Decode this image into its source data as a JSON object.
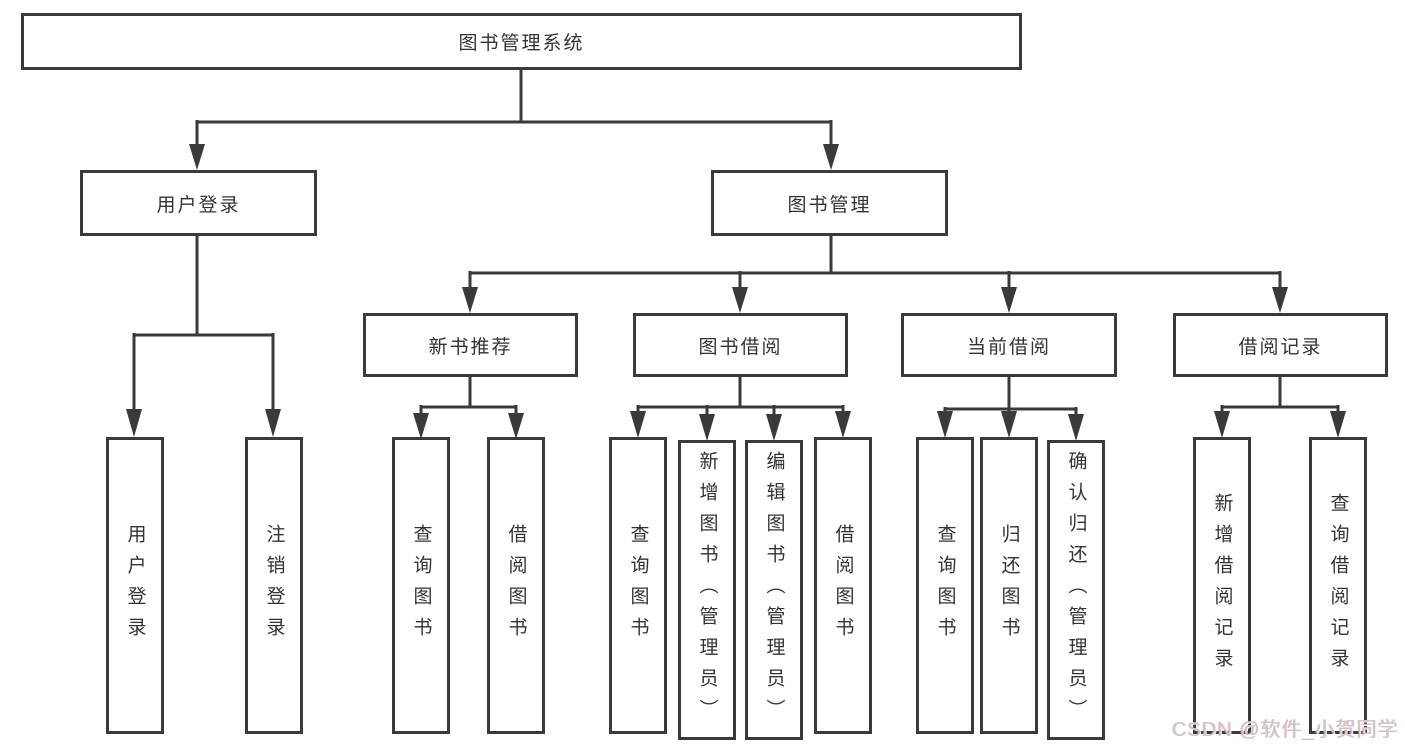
{
  "diagram_title": "图书管理系统",
  "nodes": {
    "root": "图书管理系统",
    "user_login": "用户登录",
    "book_management": "图书管理",
    "new_book_recommend": "新书推荐",
    "book_borrowing": "图书借阅",
    "current_borrowing": "当前借阅",
    "borrow_records": "借阅记录",
    "leaf_user_login": "用户登录",
    "leaf_logout": "注销登录",
    "leaf_query_books_1": "查询图书",
    "leaf_borrow_books_1": "借阅图书",
    "leaf_query_books_2": "查询图书",
    "leaf_add_book": "新增图书（管理员）",
    "leaf_edit_book": "编辑图书（管理员）",
    "leaf_borrow_books_2": "借阅图书",
    "leaf_query_books_3": "查询图书",
    "leaf_return_book": "归还图书",
    "leaf_confirm_return": "确认归还（管理员）",
    "leaf_add_borrow_record": "新增借阅记录",
    "leaf_query_borrow_record": "查询借阅记录"
  },
  "hierarchy": {
    "图书管理系统": {
      "用户登录": [
        "用户登录",
        "注销登录"
      ],
      "图书管理": {
        "新书推荐": [
          "查询图书",
          "借阅图书"
        ],
        "图书借阅": [
          "查询图书",
          "新增图书（管理员）",
          "编辑图书（管理员）",
          "借阅图书"
        ],
        "当前借阅": [
          "查询图书",
          "归还图书",
          "确认归还（管理员）"
        ],
        "借阅记录": [
          "新增借阅记录",
          "查询借阅记录"
        ]
      }
    }
  },
  "watermark": "CSDN @软件_小贺同学",
  "colors": {
    "line": "#3a3a3a",
    "text": "#333333",
    "box_background": "#ffffff",
    "page_background": "#ffffff",
    "watermark": "#c9c6c6"
  }
}
